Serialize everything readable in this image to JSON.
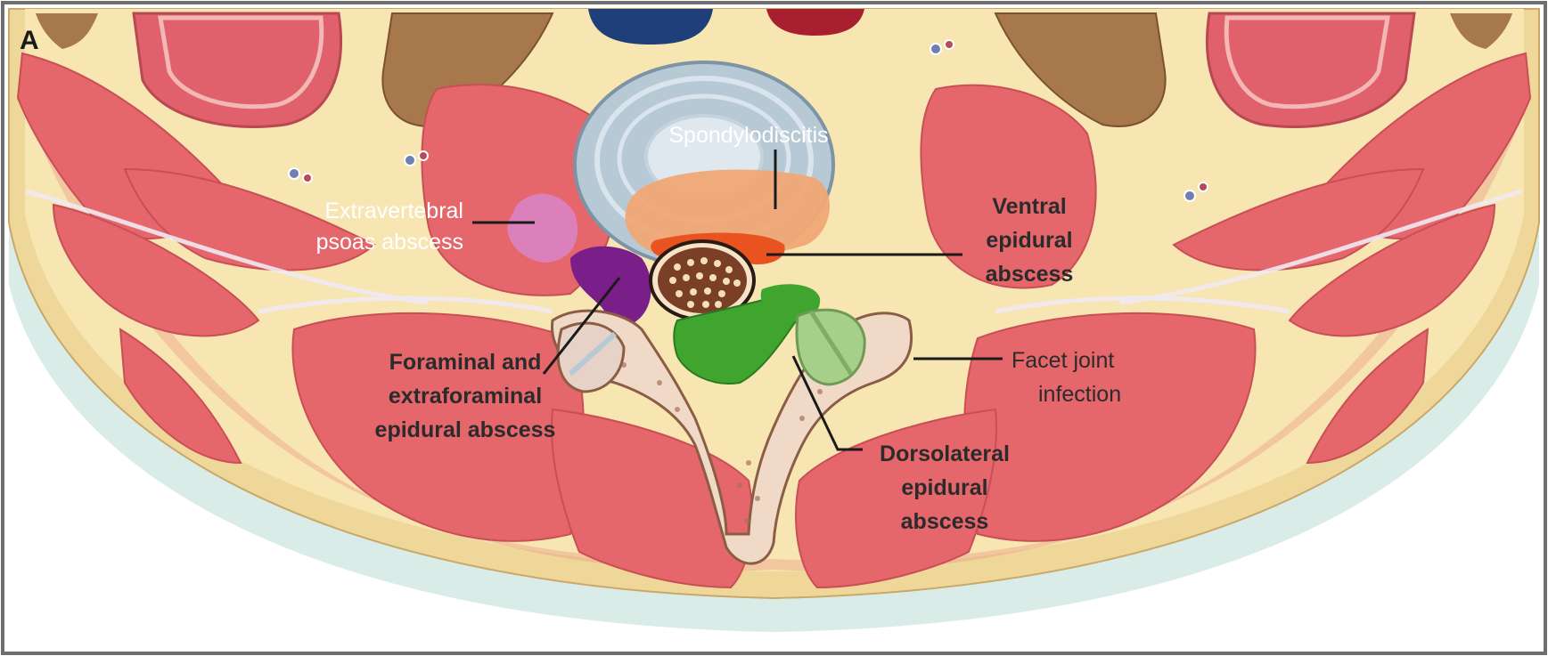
{
  "panel_letter": "A",
  "labels": {
    "spondylodiscitis": "Spondylodiscitis",
    "extravertebral_line1": "Extravertebral",
    "extravertebral_line2": "psoas abscess",
    "ventral_line1": "Ventral",
    "ventral_line2": "epidural",
    "ventral_line3": "abscess",
    "foraminal_line1": "Foraminal and",
    "foraminal_line2": "extraforaminal",
    "foraminal_line3": "epidural abscess",
    "facet_line1": "Facet joint",
    "facet_line2": "infection",
    "dorsolateral_line1": "Dorsolateral",
    "dorsolateral_line2": "epidural",
    "dorsolateral_line3": "abscess"
  },
  "colors": {
    "muscle": "#e5676b",
    "fat": "#f6e3a8",
    "skin_fascia": "#efd79a",
    "disc": "#b8c9d6",
    "spondylodiscitis": "#f0a876",
    "psoas_abscess": "#d985c8",
    "ventral_abscess": "#e8531f",
    "foraminal_abscess": "#7a1f8a",
    "dorsolateral_abscess": "#3fa52f",
    "facet_infection": "#a6cf8a",
    "bone": "#f1d9c8",
    "background": "#ffffff",
    "body_outer": "#d9ece8"
  }
}
